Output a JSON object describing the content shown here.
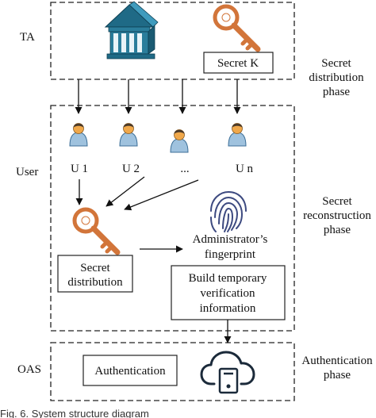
{
  "rows": {
    "ta": "TA",
    "user": "User",
    "oas": "OAS"
  },
  "phases": {
    "distribution": [
      "Secret",
      "distribution",
      "phase"
    ],
    "reconstruction": [
      "Secret",
      "reconstruction",
      "phase"
    ],
    "authentication": [
      "Authentication",
      "phase"
    ]
  },
  "ta_box": {
    "secret_label": "Secret K"
  },
  "users": [
    {
      "label": "U 1"
    },
    {
      "label": "U 2"
    },
    {
      "label": "..."
    },
    {
      "label": "U n"
    }
  ],
  "reconstruction": {
    "secret_distribution": [
      "Secret",
      "distribution"
    ],
    "fingerprint_label": [
      "Administrator’s",
      "fingerprint"
    ],
    "build_info": [
      "Build temporary",
      "verification",
      "information"
    ]
  },
  "oas_box": {
    "authentication_label": "Authentication"
  },
  "caption": "Fig. 6. System structure diagram",
  "colors": {
    "key": "#d2753a",
    "user_body": "#9fc2de",
    "user_head": "#f0a84a",
    "bank_primary": "#2a7d9b",
    "fingerprint": "#3d4a80",
    "border": "#222222"
  },
  "icons": [
    "bank-icon",
    "key-icon",
    "user-icon",
    "fingerprint-icon",
    "cloud-server-icon"
  ]
}
